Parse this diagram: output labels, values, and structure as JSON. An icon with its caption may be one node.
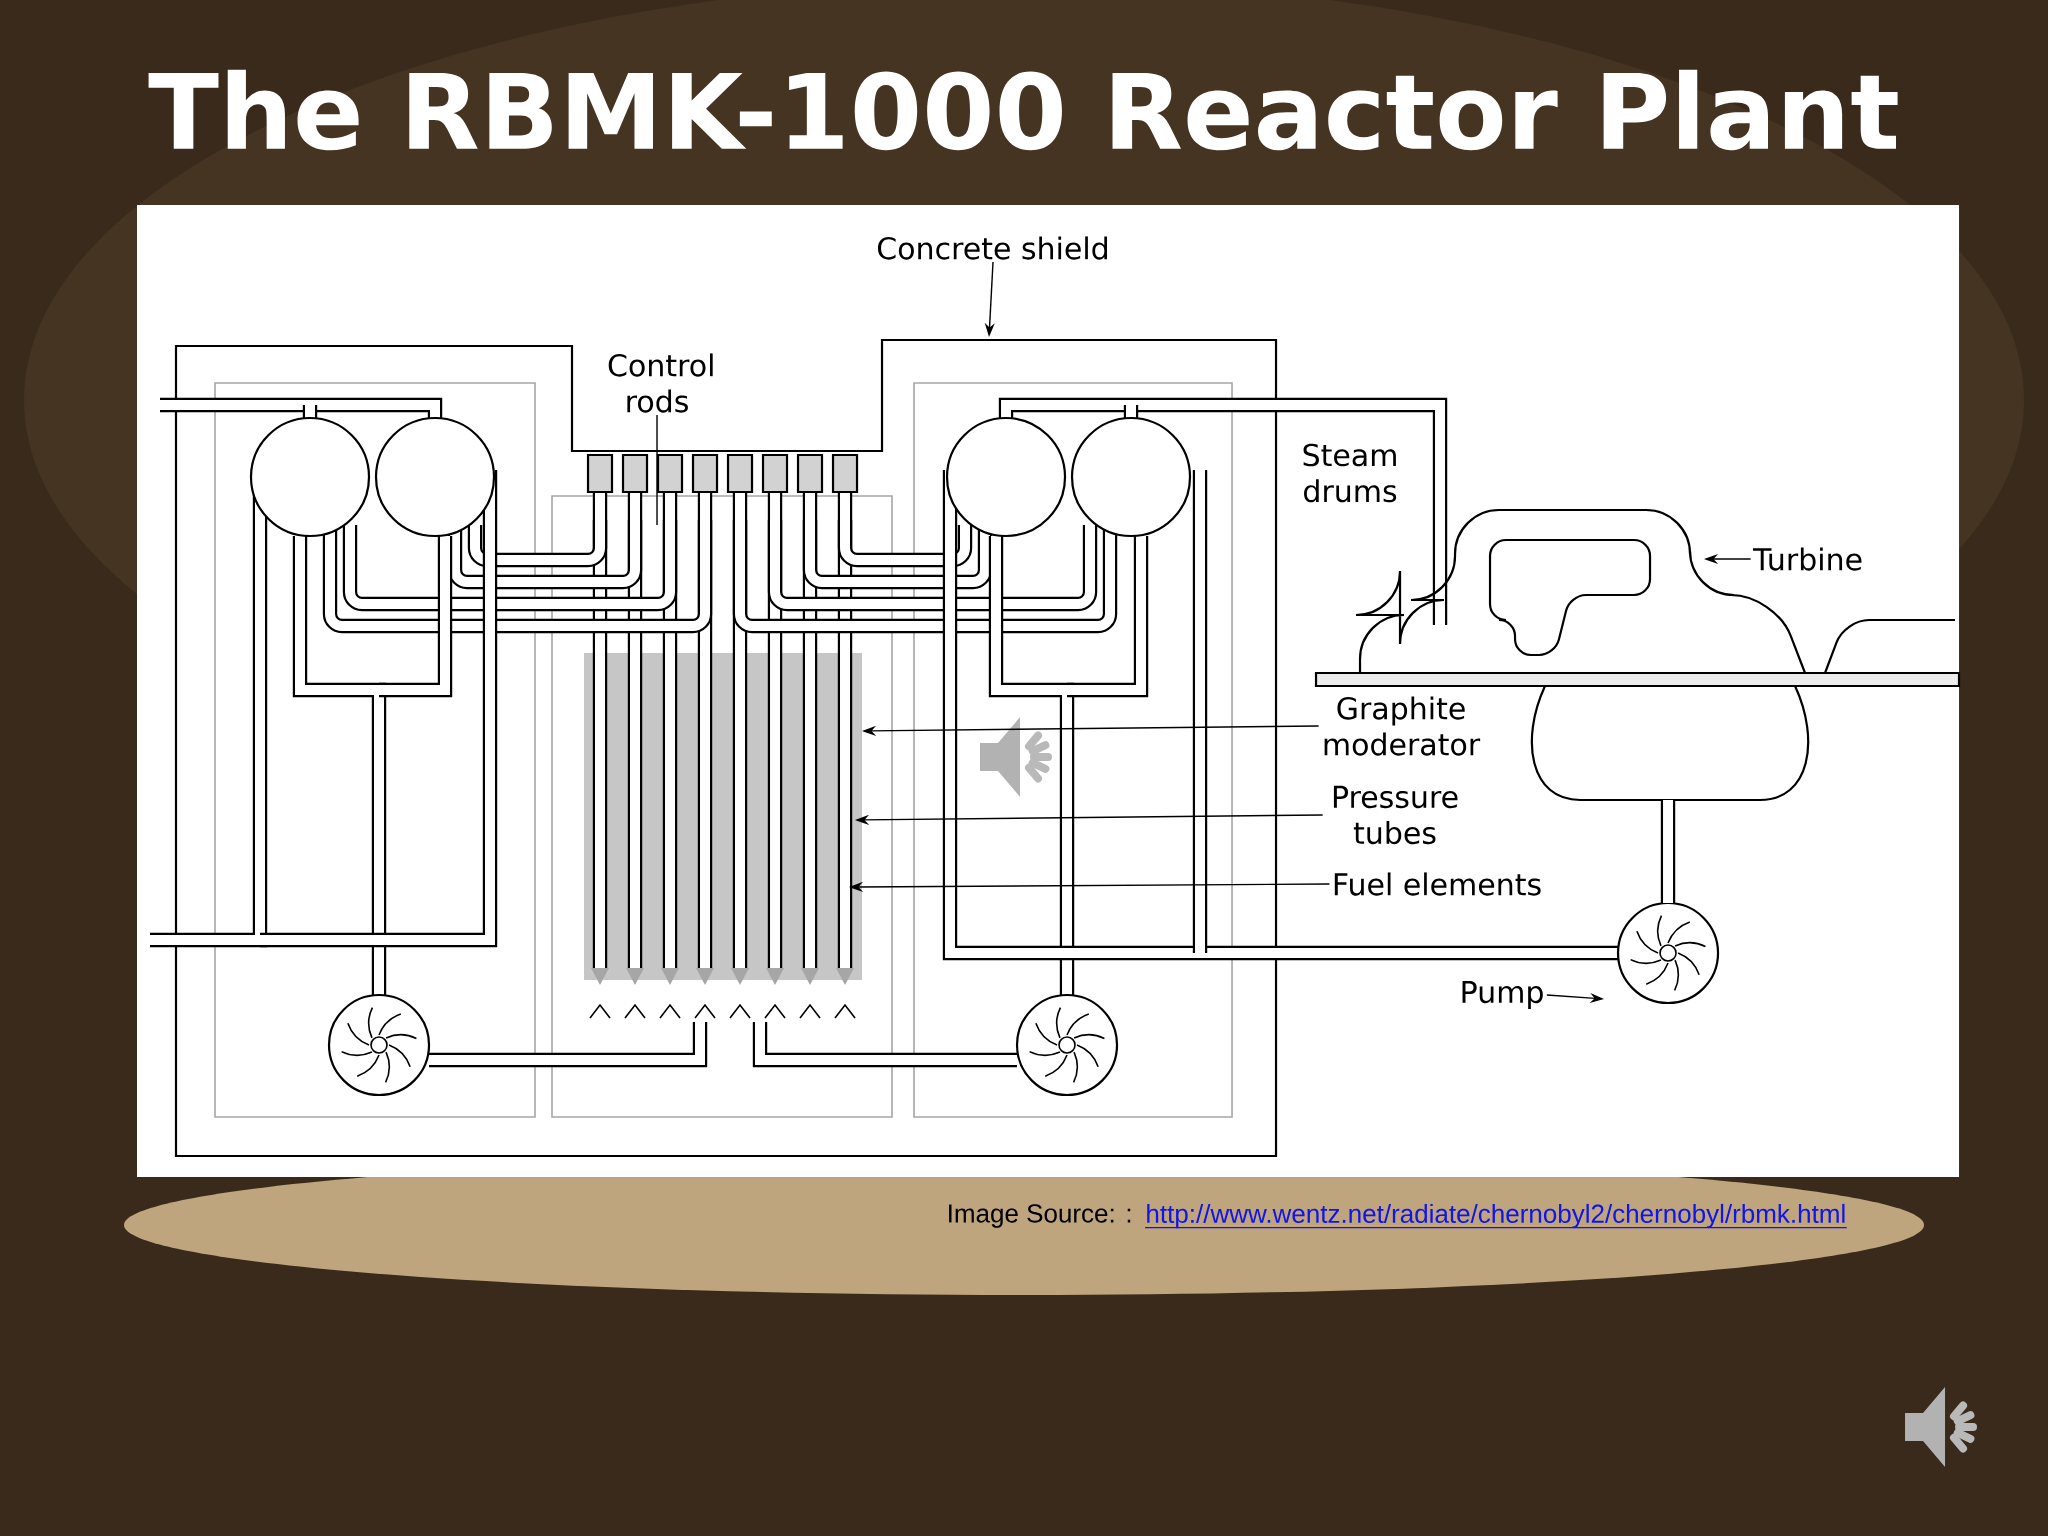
{
  "diagram": {
    "title": "The RBMK-1000  Reactor Plant",
    "nodes": [
      {
        "text": [
          "Concrete shield"
        ]
      },
      {
        "text": [
          "Control rods"
        ]
      },
      {
        "text": [
          "Steam drums"
        ]
      },
      {
        "text": [
          "Turbine"
        ]
      },
      {
        "text": [
          "Graphite moderator"
        ]
      },
      {
        "text": [
          "Pressure tubes"
        ]
      },
      {
        "text": [
          "Fuel elements"
        ]
      },
      {
        "text": [
          "Pump"
        ]
      }
    ],
    "edges": [
      {
        "from": 0,
        "to": null,
        "arrow": "to"
      },
      {
        "from": 1,
        "to": null,
        "arrow": "none"
      },
      {
        "from": 3,
        "to": null,
        "arrow": "to"
      },
      {
        "from": 4,
        "to": null,
        "arrow": "to"
      },
      {
        "from": 5,
        "to": null,
        "arrow": "to"
      },
      {
        "from": 6,
        "to": null,
        "arrow": "to"
      },
      {
        "from": 7,
        "to": null,
        "arrow": "to"
      }
    ],
    "labels": [
      "Image Source:  :",
      "http://www.wentz.net/radiate/chernobyl2/chernobyl/rbmk.html"
    ]
  }
}
